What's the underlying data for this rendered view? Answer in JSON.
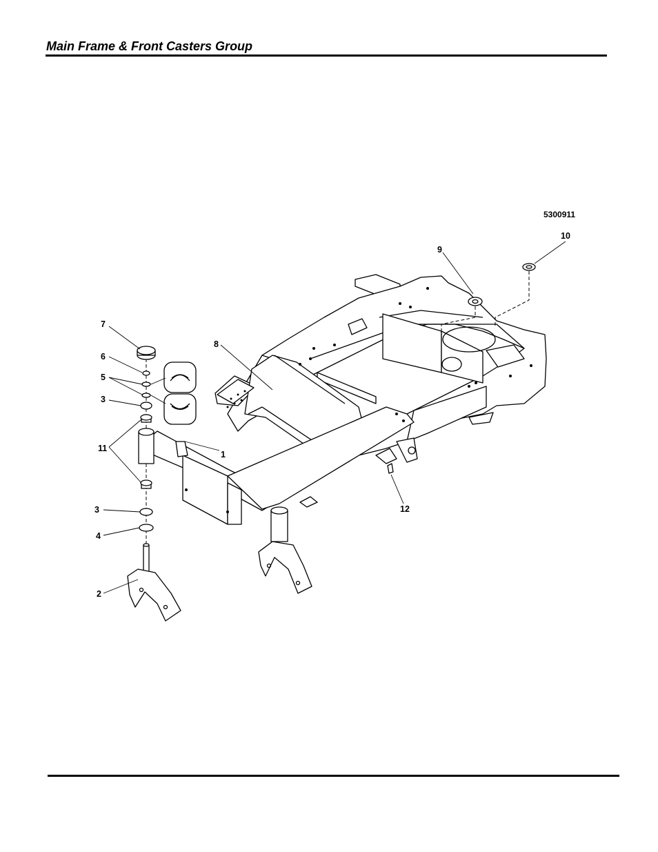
{
  "header": {
    "title": "Main Frame & Front Casters Group"
  },
  "diagram": {
    "drawing_number": "5300911",
    "callouts": [
      {
        "id": "c1",
        "label": "1"
      },
      {
        "id": "c2",
        "label": "2"
      },
      {
        "id": "c3a",
        "label": "3"
      },
      {
        "id": "c3b",
        "label": "3"
      },
      {
        "id": "c4",
        "label": "4"
      },
      {
        "id": "c5",
        "label": "5"
      },
      {
        "id": "c6",
        "label": "6"
      },
      {
        "id": "c7",
        "label": "7"
      },
      {
        "id": "c8",
        "label": "8"
      },
      {
        "id": "c9",
        "label": "9"
      },
      {
        "id": "c10",
        "label": "10"
      },
      {
        "id": "c11",
        "label": "11"
      },
      {
        "id": "c12",
        "label": "12"
      }
    ]
  }
}
